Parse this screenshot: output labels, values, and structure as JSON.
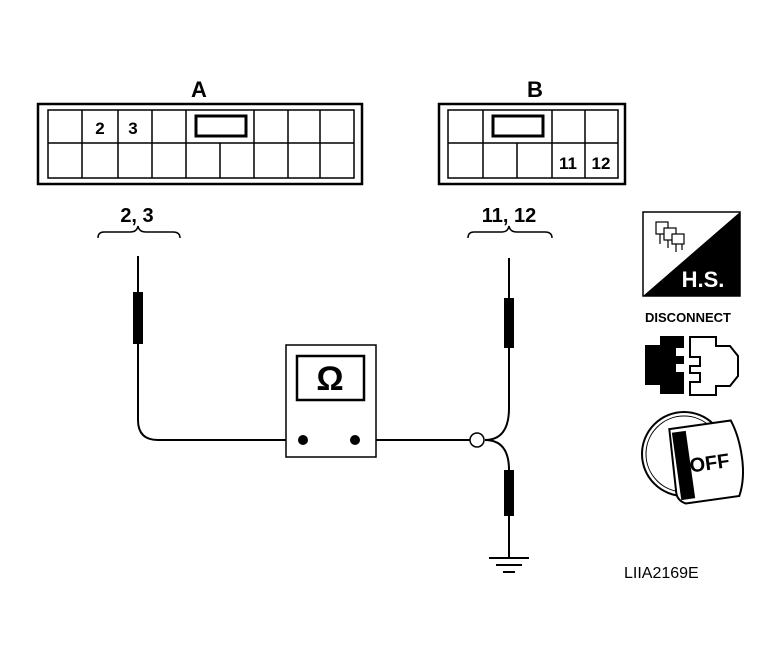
{
  "connector_a": {
    "title": "A",
    "top_row": [
      "",
      "2",
      "3",
      "",
      "",
      "",
      "",
      ""
    ],
    "bottom_row": [
      "",
      "",
      "",
      "",
      "",
      "",
      "",
      "",
      ""
    ],
    "probe_label": "2, 3"
  },
  "connector_b": {
    "title": "B",
    "top_row": [
      "",
      "",
      "",
      "",
      ""
    ],
    "bottom_row": [
      "",
      "",
      "",
      "11",
      "12"
    ],
    "probe_label": "11, 12"
  },
  "meter": {
    "symbol": "Ω"
  },
  "icons": {
    "harness_side": "H.S.",
    "disconnect": "DISCONNECT",
    "ignition": "OFF"
  },
  "figure_code": "LIIA2169E"
}
